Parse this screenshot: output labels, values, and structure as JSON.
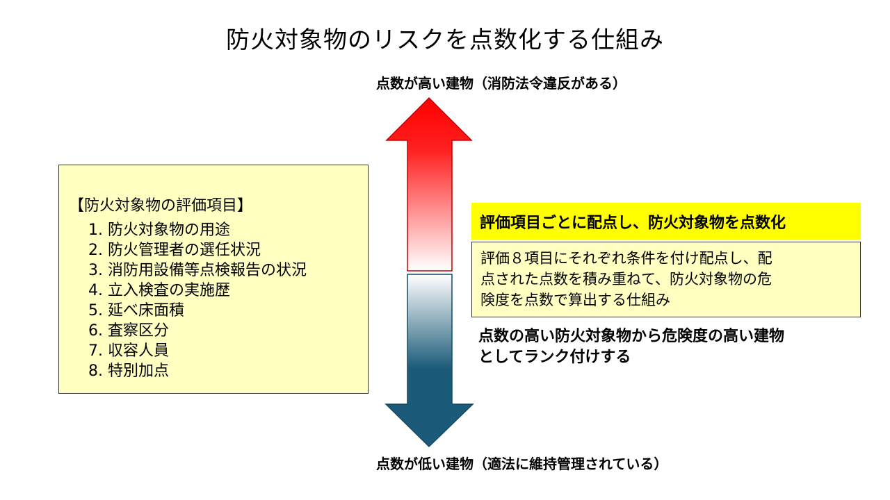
{
  "title": "防火対象物のリスクを点数化する仕組み",
  "scale": {
    "high_label": "点数が高い建物（消防法令違反がある）",
    "low_label": "点数が低い建物（適法に維持管理されている）",
    "high_color": "#ff0000",
    "low_color": "#1b5a78"
  },
  "criteria": {
    "heading": "【防火対象物の評価項目】",
    "items": [
      "1. 防火対象物の用途",
      "2. 防火管理者の選任状況",
      "3. 消防用設備等点検報告の状況",
      "4. 立入検査の実施歴",
      "5. 延べ床面積",
      "6. 査察区分",
      "7. 収容人員",
      "8. 特別加点"
    ]
  },
  "highlight": {
    "text": "評価項目ごとに配点し、防火対象物を点数化",
    "color": "#ffff00"
  },
  "explanation": {
    "lines": [
      "評価８項目にそれぞれ条件を付け配点し、配",
      "点された点数を積み重ねて、防火対象物の危",
      "険度を点数で算出する仕組み"
    ]
  },
  "ranking": {
    "lines": [
      "点数の高い防火対象物から危険度の高い建物",
      "としてランク付けする"
    ]
  }
}
